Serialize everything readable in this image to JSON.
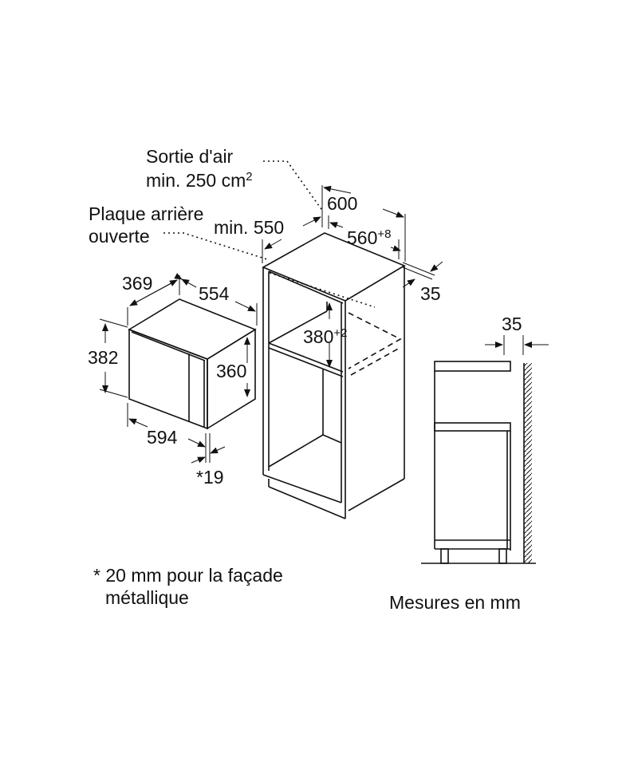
{
  "labels": {
    "air_outlet_line1": "Sortie d'air",
    "air_outlet_line2": "min. 250 cm",
    "air_outlet_sup": "2",
    "back_panel_line1": "Plaque arrière",
    "back_panel_line2": "ouverte",
    "footnote_line1": "* 20 mm pour la façade",
    "footnote_line2": "métallique",
    "units_note": "Mesures en mm"
  },
  "dimensions": {
    "microwave_depth": "369",
    "microwave_width_side": "554",
    "microwave_height": "382",
    "microwave_inner_height": "360",
    "microwave_width": "594",
    "microwave_front": "*19",
    "cabinet_width": "600",
    "cabinet_min_depth": "min. 550",
    "niche_width": "560",
    "niche_width_tol": "+8",
    "niche_height": "380",
    "niche_height_tol": "+2",
    "back_gap": "35",
    "side_view_gap": "35"
  },
  "colors": {
    "line": "#111111",
    "background": "#ffffff"
  }
}
